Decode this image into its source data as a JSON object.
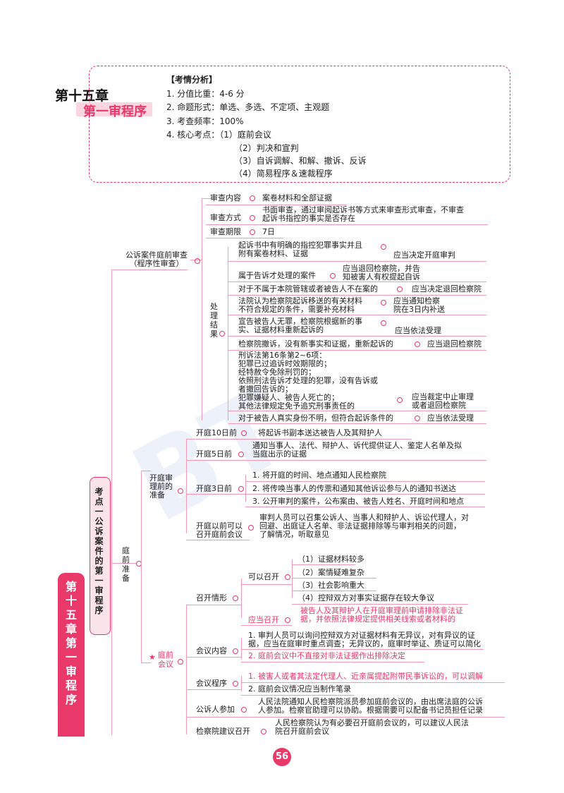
{
  "header": {
    "chapter_num": "第十五章",
    "chapter_title": "第一审程序",
    "analysis_title": "【考情分析】",
    "analysis_lines": [
      "1. 分值比重：4-6 分",
      "2. 命题形式：单选、多选、不定项、主观题",
      "3. 考查频率：100%",
      "4. 核心考点：（1）庭前会议",
      "（2）判决和宣判",
      "（3）自诉调解、和解、撤诉、反诉",
      "（4）简易程序＆速裁程序"
    ]
  },
  "side_tab": {
    "topic": "考点一 公诉案件的第一审程序",
    "chapter": "第十五章 第一审程序"
  },
  "branch_a": {
    "label": "公诉案件庭前审查\n（程序性审查）",
    "review_content": {
      "label": "审查内容",
      "value": "案卷材料和全部证据"
    },
    "review_method": {
      "label": "审查方式",
      "value": "书面审查，通过审阅起诉书等方式来审查形式审查，不审查\n起诉书指控的事实是否存在"
    },
    "review_period": {
      "label": "审查期限",
      "value": "7日"
    },
    "results_label": "处理结果",
    "results": [
      {
        "cond": "起诉书中有明确的指控犯罪事实并且\n附有案卷材料、证据",
        "res": "应当决定开庭审判"
      },
      {
        "cond": "属于告诉才处理的案件",
        "res": "应当退回检察院，并告\n知被害人有权提起自诉"
      },
      {
        "cond": "对于不属于本院管辖或者被告人不在案的",
        "res": "应当决定退回检察院"
      },
      {
        "cond": "法院认为检察院起诉移送的有关材料\n不符合规定的条件，需要补充材料",
        "res": "应当通知检察\n院在3日内补送"
      },
      {
        "cond": "宣告被告人无罪，检察院根据新的事\n实、证据材料重新起诉的",
        "res": "应当依法受理"
      },
      {
        "cond": "检察院撤诉，没有新事实和证据，重新起诉的",
        "res": "应当退回检察院"
      },
      {
        "cond": "刑诉法第16条第2~6项：\n犯罪已过追诉时效期限的；\n经特赦令免除刑罚的；\n依照刑法告诉才处理的犯罪，没有告诉或\n者撤回告诉的；\n犯罪嫌疑人、被告人死亡的；\n其他法律规定免予追究刑事责任的",
        "res": "应当裁定中止审理\n或者退回检察院"
      },
      {
        "cond": "对于被告人真实身份不明，但符合起诉条件的",
        "res": "应当依法受理"
      }
    ]
  },
  "branch_b": {
    "label": "庭前准备",
    "prep": {
      "label": "开庭审理前的准备",
      "items": [
        {
          "label": "开庭10日前",
          "value": "将起诉书副本送达被告人及其辩护人"
        },
        {
          "label": "开庭5日前",
          "value": "通知当事人、法代、辩护人、诉代提供证人、鉴定人名单及拟\n当庭出示的证据"
        },
        {
          "label": "开庭3日前",
          "values": [
            "1. 将开庭的时间、地点通知人民检察院",
            "2. 将传唤当事人的传票和通知其他诉讼参与人的通知书送达",
            "3. 公开审判的案件，公布案由、被告人姓名、开庭时间和地点"
          ]
        },
        {
          "label": "开庭以前可以\n召开庭前会议",
          "value": "审判人员可以召集公诉人、当事人和辩护人、诉讼代理人，对\n回避、出庭证人名单、非法证据排除等与审判相关的问题，\n了解情况，听取意见"
        }
      ]
    },
    "meeting": {
      "label": "庭前会议",
      "convene": {
        "label": "召开情形",
        "may_label": "可以召开",
        "may_items": [
          "（1）证据材料较多",
          "（2）案情疑难复杂",
          "（3）社会影响重大",
          "（4）控辩双方对事实证据存在较大争议"
        ],
        "should_label": "应当召开",
        "should_value": "被告人及其辩护人在开庭审理前申请排除非法证\n据，并依照法律规定提供相关线索或者材料的"
      },
      "content": {
        "label": "会议内容",
        "items": [
          "1. 审判人员可以询问控辩双方对证据材料有无异议，对有异议的证\n据，应当在庭审时重点调查；无异议的，庭审时举证、质证可以简化",
          "2. 庭前会议中不直接对非法证据作出排除决定"
        ]
      },
      "procedure": {
        "label": "会议程序",
        "items": [
          "1. 被害人或者其法定代理人、近亲属提起附带民事诉讼的，可以调解",
          "2. 庭前会议情况应当制作笔录"
        ]
      },
      "prosecutor": {
        "label": "公诉人参加",
        "value": "人民法院通知人民检察院派员参加庭前会议的，由出席法庭的公诉\n人参加。检察官助理可以协助。根据需要可以配备书记员担任记录"
      },
      "suggest": {
        "label": "检察院建议召开",
        "value": "人民检察院认为有必要召开庭前会议的，可以建议人民法\n院召开庭前会议"
      }
    }
  },
  "page_number": "56",
  "colors": {
    "accent": "#e8396a",
    "line": "#f29bb3",
    "fill": "#fbe3ea"
  }
}
